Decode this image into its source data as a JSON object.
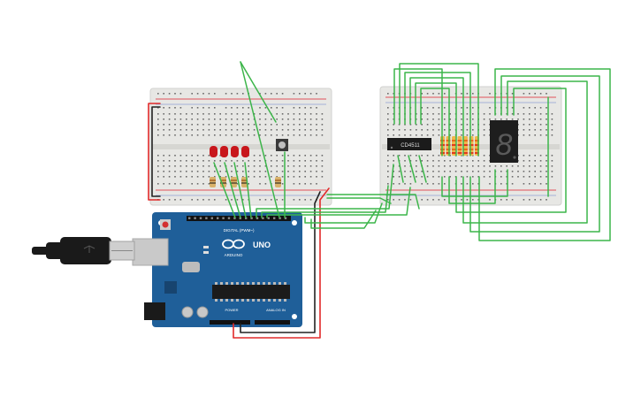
{
  "colors": {
    "background": "#ffffff",
    "breadboard": "#e7e7e4",
    "breadboard_edge": "#d2d2cf",
    "rail_red": "#e0505a",
    "rail_blue": "#7a8fd0",
    "hole": "#6b6b6b",
    "wire_green": "#3cb54a",
    "wire_red": "#e12a2a",
    "wire_black": "#222222",
    "arduino": "#1f5f99",
    "arduino_dark": "#174a7a",
    "led_red": "#c8171c",
    "resistor": "#d9b26b",
    "ic_black": "#1b1b1b",
    "display_black": "#1e1e1e",
    "segment": "#5a5a5a"
  },
  "arduino": {
    "model_label": "UNO",
    "brand_label": "ARDUINO",
    "digital_label": "DIGITAL (PWM~)",
    "power_label": "POWER",
    "analog_label": "ANALOG IN"
  },
  "ic": {
    "label": "CD4511"
  },
  "display": {
    "digit": "8"
  },
  "icons": {
    "usb": "usb-cable-icon",
    "arduino_logo": "infinity-logo-icon",
    "button": "push-button-icon"
  }
}
